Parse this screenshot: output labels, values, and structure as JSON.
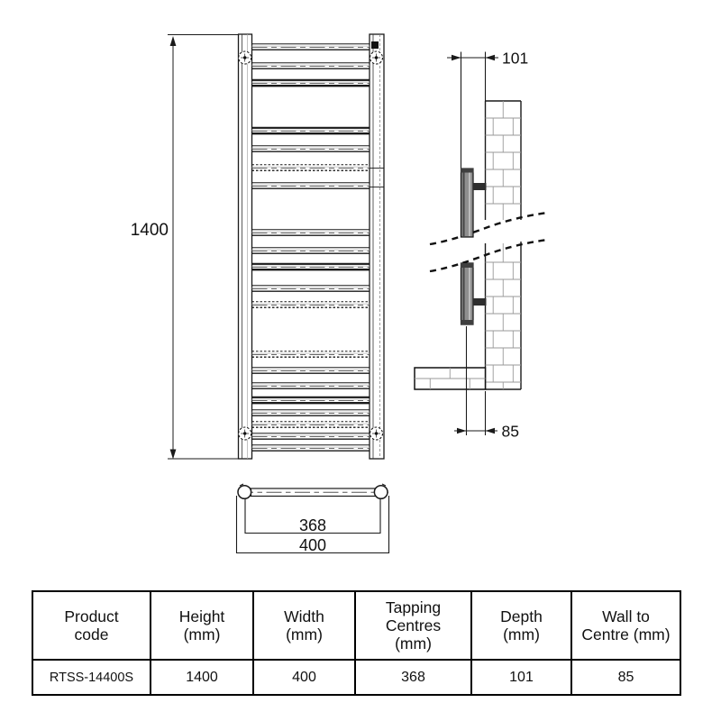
{
  "front_view": {
    "height_label": "1400"
  },
  "side_view": {
    "depth_label": "101",
    "wall_to_centre_label": "85"
  },
  "top_view": {
    "tapping_centres_label": "368",
    "width_label": "400"
  },
  "table": {
    "headers": [
      "Product\ncode",
      "Height\n(mm)",
      "Width\n(mm)",
      "Tapping\nCentres\n(mm)",
      "Depth\n(mm)",
      "Wall to\nCentre (mm)"
    ],
    "row": [
      "RTSS-14400S",
      "1400",
      "400",
      "368",
      "101",
      "85"
    ]
  },
  "colors": {
    "line": "#1a1a1a",
    "brick": "#999999",
    "tube_fill": "#8f8f8f",
    "bracket": "#2e2e2e"
  }
}
